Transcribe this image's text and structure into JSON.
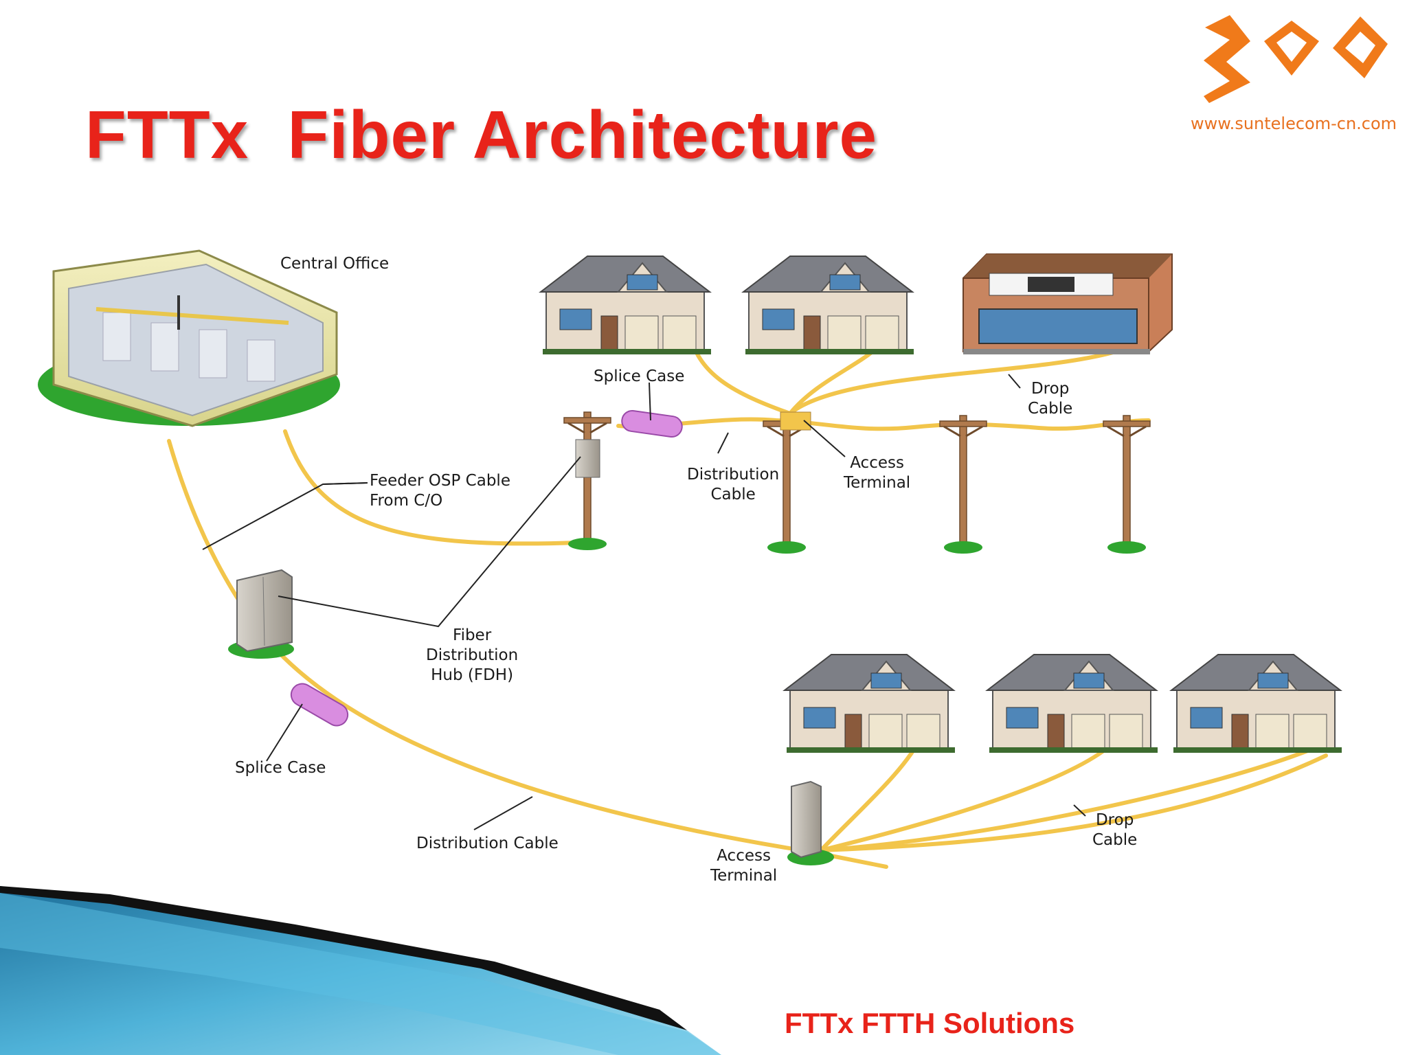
{
  "slide": {
    "title": "FTTx  Fiber Architecture",
    "logo_url": "www.suntelecom-cn.com",
    "footer": "FTTx FTTH Solutions"
  },
  "labels": {
    "central_office": "Central Office",
    "feeder_line1": "Feeder OSP Cable",
    "feeder_line2": "From C/O",
    "splice_case_top": "Splice Case",
    "distribution_cable_top_1": "Distribution",
    "distribution_cable_top_2": "Cable",
    "access_terminal_top_1": "Access",
    "access_terminal_top_2": "Terminal",
    "drop_cable_top_1": "Drop",
    "drop_cable_top_2": "Cable",
    "fdh_1": "Fiber",
    "fdh_2": "Distribution",
    "fdh_3": "Hub (FDH)",
    "splice_case_bottom": "Splice Case",
    "distribution_cable_bottom": "Distribution Cable",
    "access_terminal_bottom_1": "Access",
    "access_terminal_bottom_2": "Terminal",
    "drop_cable_bottom_1": "Drop",
    "drop_cable_bottom_2": "Cable"
  },
  "colors": {
    "title_red": "#e8231a",
    "logo_orange": "#f07a1a",
    "fiber_yellow": "#f2c54b",
    "pole_brown": "#a8744a",
    "splice_purple": "#d98de0",
    "grass_green": "#2fa52f",
    "wave_blue": "#3a9bc7"
  }
}
